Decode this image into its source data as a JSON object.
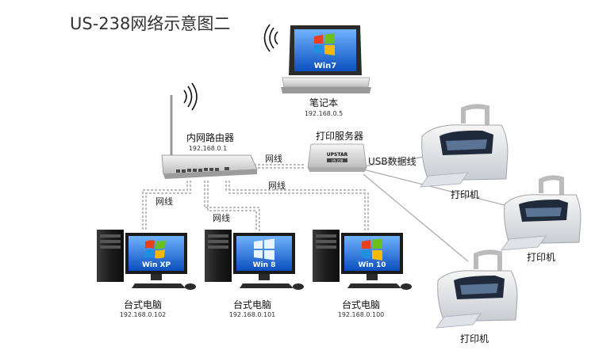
{
  "title": "US-238网络示意图二",
  "laptop": {
    "label": "笔记本",
    "ip": "192.168.0.5",
    "os": "Win7"
  },
  "router": {
    "label": "内网路由器",
    "ip": "192.168.0.1"
  },
  "print_server": {
    "label": "打印服务器",
    "brand": "UPSTAR",
    "model": "US-238"
  },
  "links": {
    "network_cable": "网线",
    "usb_cable": "USB数据线"
  },
  "desktops": [
    {
      "label": "台式电脑",
      "ip": "192.168.0.102",
      "os": "Win XP"
    },
    {
      "label": "台式电脑",
      "ip": "192.168.0.101",
      "os": "Win 8"
    },
    {
      "label": "台式电脑",
      "ip": "192.168.0.100",
      "os": "Win 10"
    }
  ],
  "printers": [
    {
      "label": "打印机"
    },
    {
      "label": "打印机"
    },
    {
      "label": "打印机"
    }
  ],
  "colors": {
    "cable": "#cfcfcf",
    "screen_blue": "#2a6fdb",
    "win_red": "#e8401c",
    "win_green": "#6cbf1f",
    "win_blue": "#1f8fe0",
    "win_yellow": "#f7b800"
  }
}
